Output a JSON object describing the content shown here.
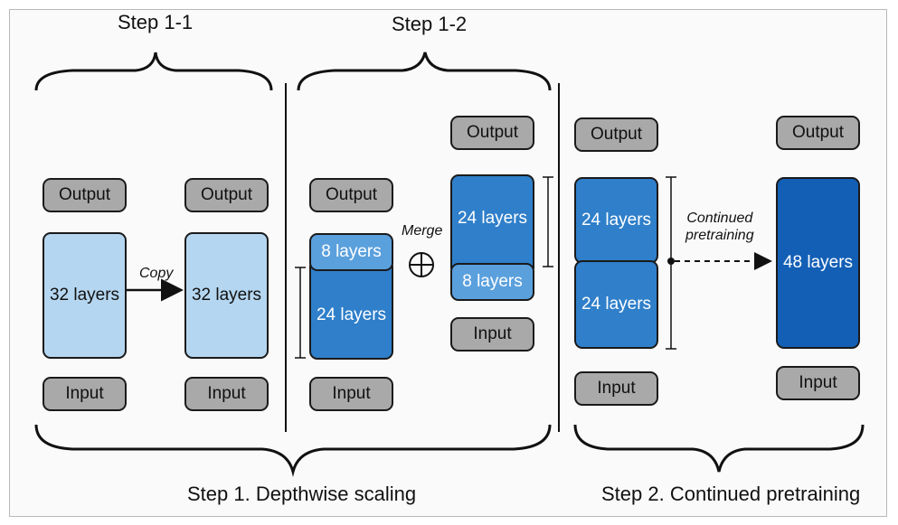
{
  "labels": {
    "step_1_1": "Step 1-1",
    "step_1_2": "Step 1-2",
    "step_1": "Step 1. Depthwise scaling",
    "step_2": "Step 2. Continued pretraining",
    "copy": "Copy",
    "merge": "Merge",
    "continued_line1": "Continued",
    "continued_line2": "pretraining"
  },
  "boxes": {
    "output": "Output",
    "input": "Input",
    "layers_32": "32 layers",
    "layers_24": "24 layers",
    "layers_8": "8 layers",
    "layers_48": "48 layers"
  },
  "colors": {
    "gray": "#a9a9a9",
    "light_blue": "#b5d6f0",
    "medium_blue": "#5aa0dd",
    "blue": "#2f7fca",
    "dark_blue": "#135fb6"
  }
}
